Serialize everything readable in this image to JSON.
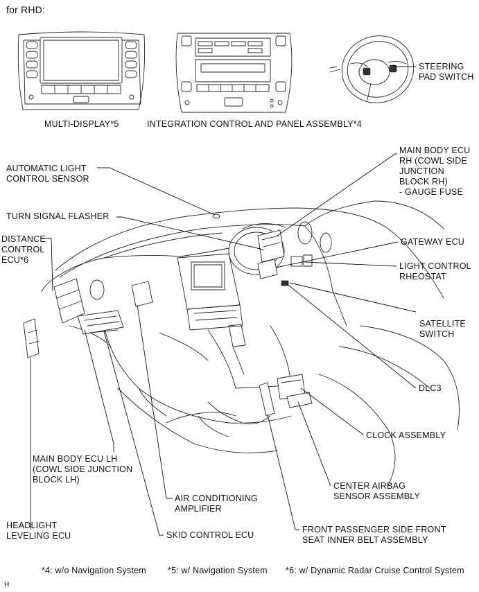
{
  "header": {
    "title": "for RHD:"
  },
  "labels": {
    "multi_display": "MULTI-DISPLAY*5",
    "integration_panel": "INTEGRATION CONTROL AND PANEL ASSEMBLY*4",
    "steering_pad": [
      "STEERING",
      "PAD SWITCH"
    ],
    "auto_light": [
      "AUTOMATIC LIGHT",
      "CONTROL SENSOR"
    ],
    "main_body_ecu_rh": [
      "MAIN BODY ECU",
      "RH (COWL SIDE",
      "JUNCTION",
      "BLOCK RH)",
      "- GAUGE FUSE"
    ],
    "turn_signal": "TURN SIGNAL FLASHER",
    "distance_control": [
      "DISTANCE",
      "CONTROL",
      "ECU*6"
    ],
    "gateway_ecu": "GATEWAY ECU",
    "light_rheostat": [
      "LIGHT CONTROL",
      "RHEOSTAT"
    ],
    "satellite_switch": [
      "SATELLITE",
      "SWITCH"
    ],
    "dlc3": "DLC3",
    "clock_assembly": "CLOCK ASSEMBLY",
    "main_body_ecu_lh": [
      "MAIN BODY ECU LH",
      "(COWL SIDE JUNCTION",
      "BLOCK LH)"
    ],
    "airbag_sensor": [
      "CENTER AIRBAG",
      "SENSOR ASSEMBLY"
    ],
    "ac_amplifier": [
      "AIR CONDITIONING",
      "AMPLIFIER"
    ],
    "headlight_leveling": [
      "HEADLIGHT",
      "LEVELING ECU"
    ],
    "skid_control": "SKID CONTROL ECU",
    "seat_belt": [
      "FRONT PASSENGER SIDE FRONT",
      "SEAT INNER BELT ASSEMBLY"
    ]
  },
  "footnotes": {
    "note4": "*4: w/o Navigation System",
    "note5": "*5: w/ Navigation System",
    "note6": "*6: w/ Dynamic Radar Cruise Control System"
  },
  "corner_mark": "H"
}
